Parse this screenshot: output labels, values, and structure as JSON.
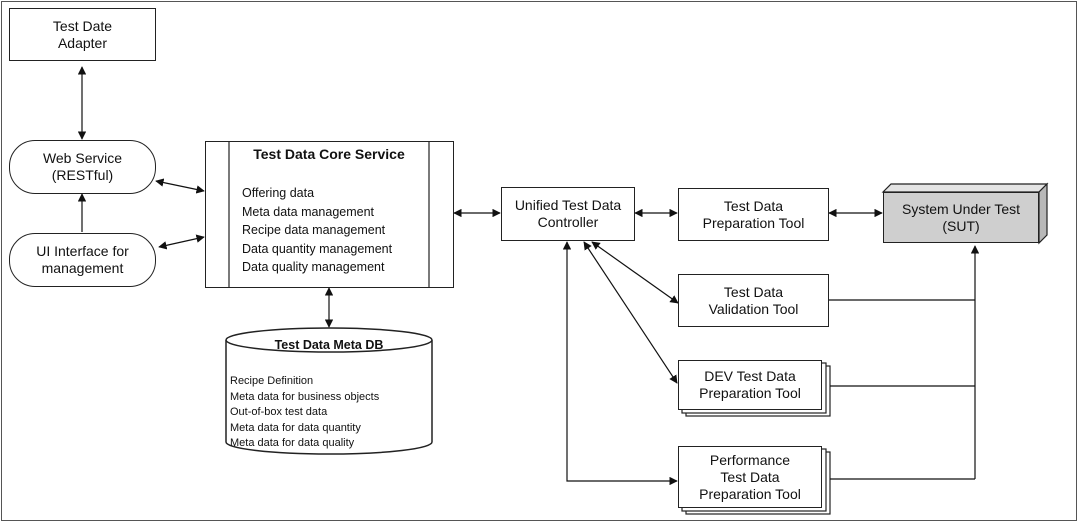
{
  "nodes": {
    "test_date_adapter": "Test Date\nAdapter",
    "web_service": "Web Service\n(RESTful)",
    "ui_interface": "UI Interface for\nmanagement",
    "core_service": {
      "title": "Test Data Core Service",
      "items": [
        "Offering data",
        "Meta data management",
        "Recipe data management",
        "Data quantity management",
        "Data quality management"
      ]
    },
    "meta_db": {
      "title": "Test Data Meta DB",
      "items": [
        "Recipe Definition",
        "Meta data for business objects",
        "Out-of-box test data",
        "Meta data for data quantity",
        "Meta data for data quality"
      ]
    },
    "unified_controller": "Unified Test Data\nController",
    "prep_tool": "Test Data\nPreparation Tool",
    "sut": "System Under Test\n(SUT)",
    "validation_tool": "Test Data\nValidation Tool",
    "dev_prep_tool": "DEV Test Data\nPreparation Tool",
    "perf_prep_tool": "Performance\nTest Data\nPreparation Tool"
  }
}
